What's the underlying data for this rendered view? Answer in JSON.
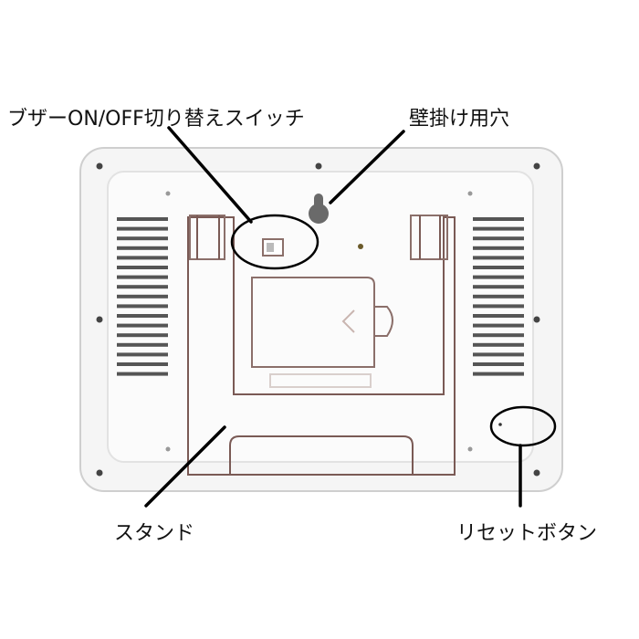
{
  "labels": {
    "buzzer_switch": "ブザーON/OFF切り替えスイッチ",
    "wall_hole": "壁掛け用穴",
    "stand": "スタンド",
    "reset_button": "リセットボタン"
  },
  "colors": {
    "device_body": "#f4f4f4",
    "device_outline": "#c9c9c9",
    "stand_outline": "#7a5a55",
    "hole": "#6a6a6a",
    "vent": "#555555",
    "callout": "#000000"
  }
}
